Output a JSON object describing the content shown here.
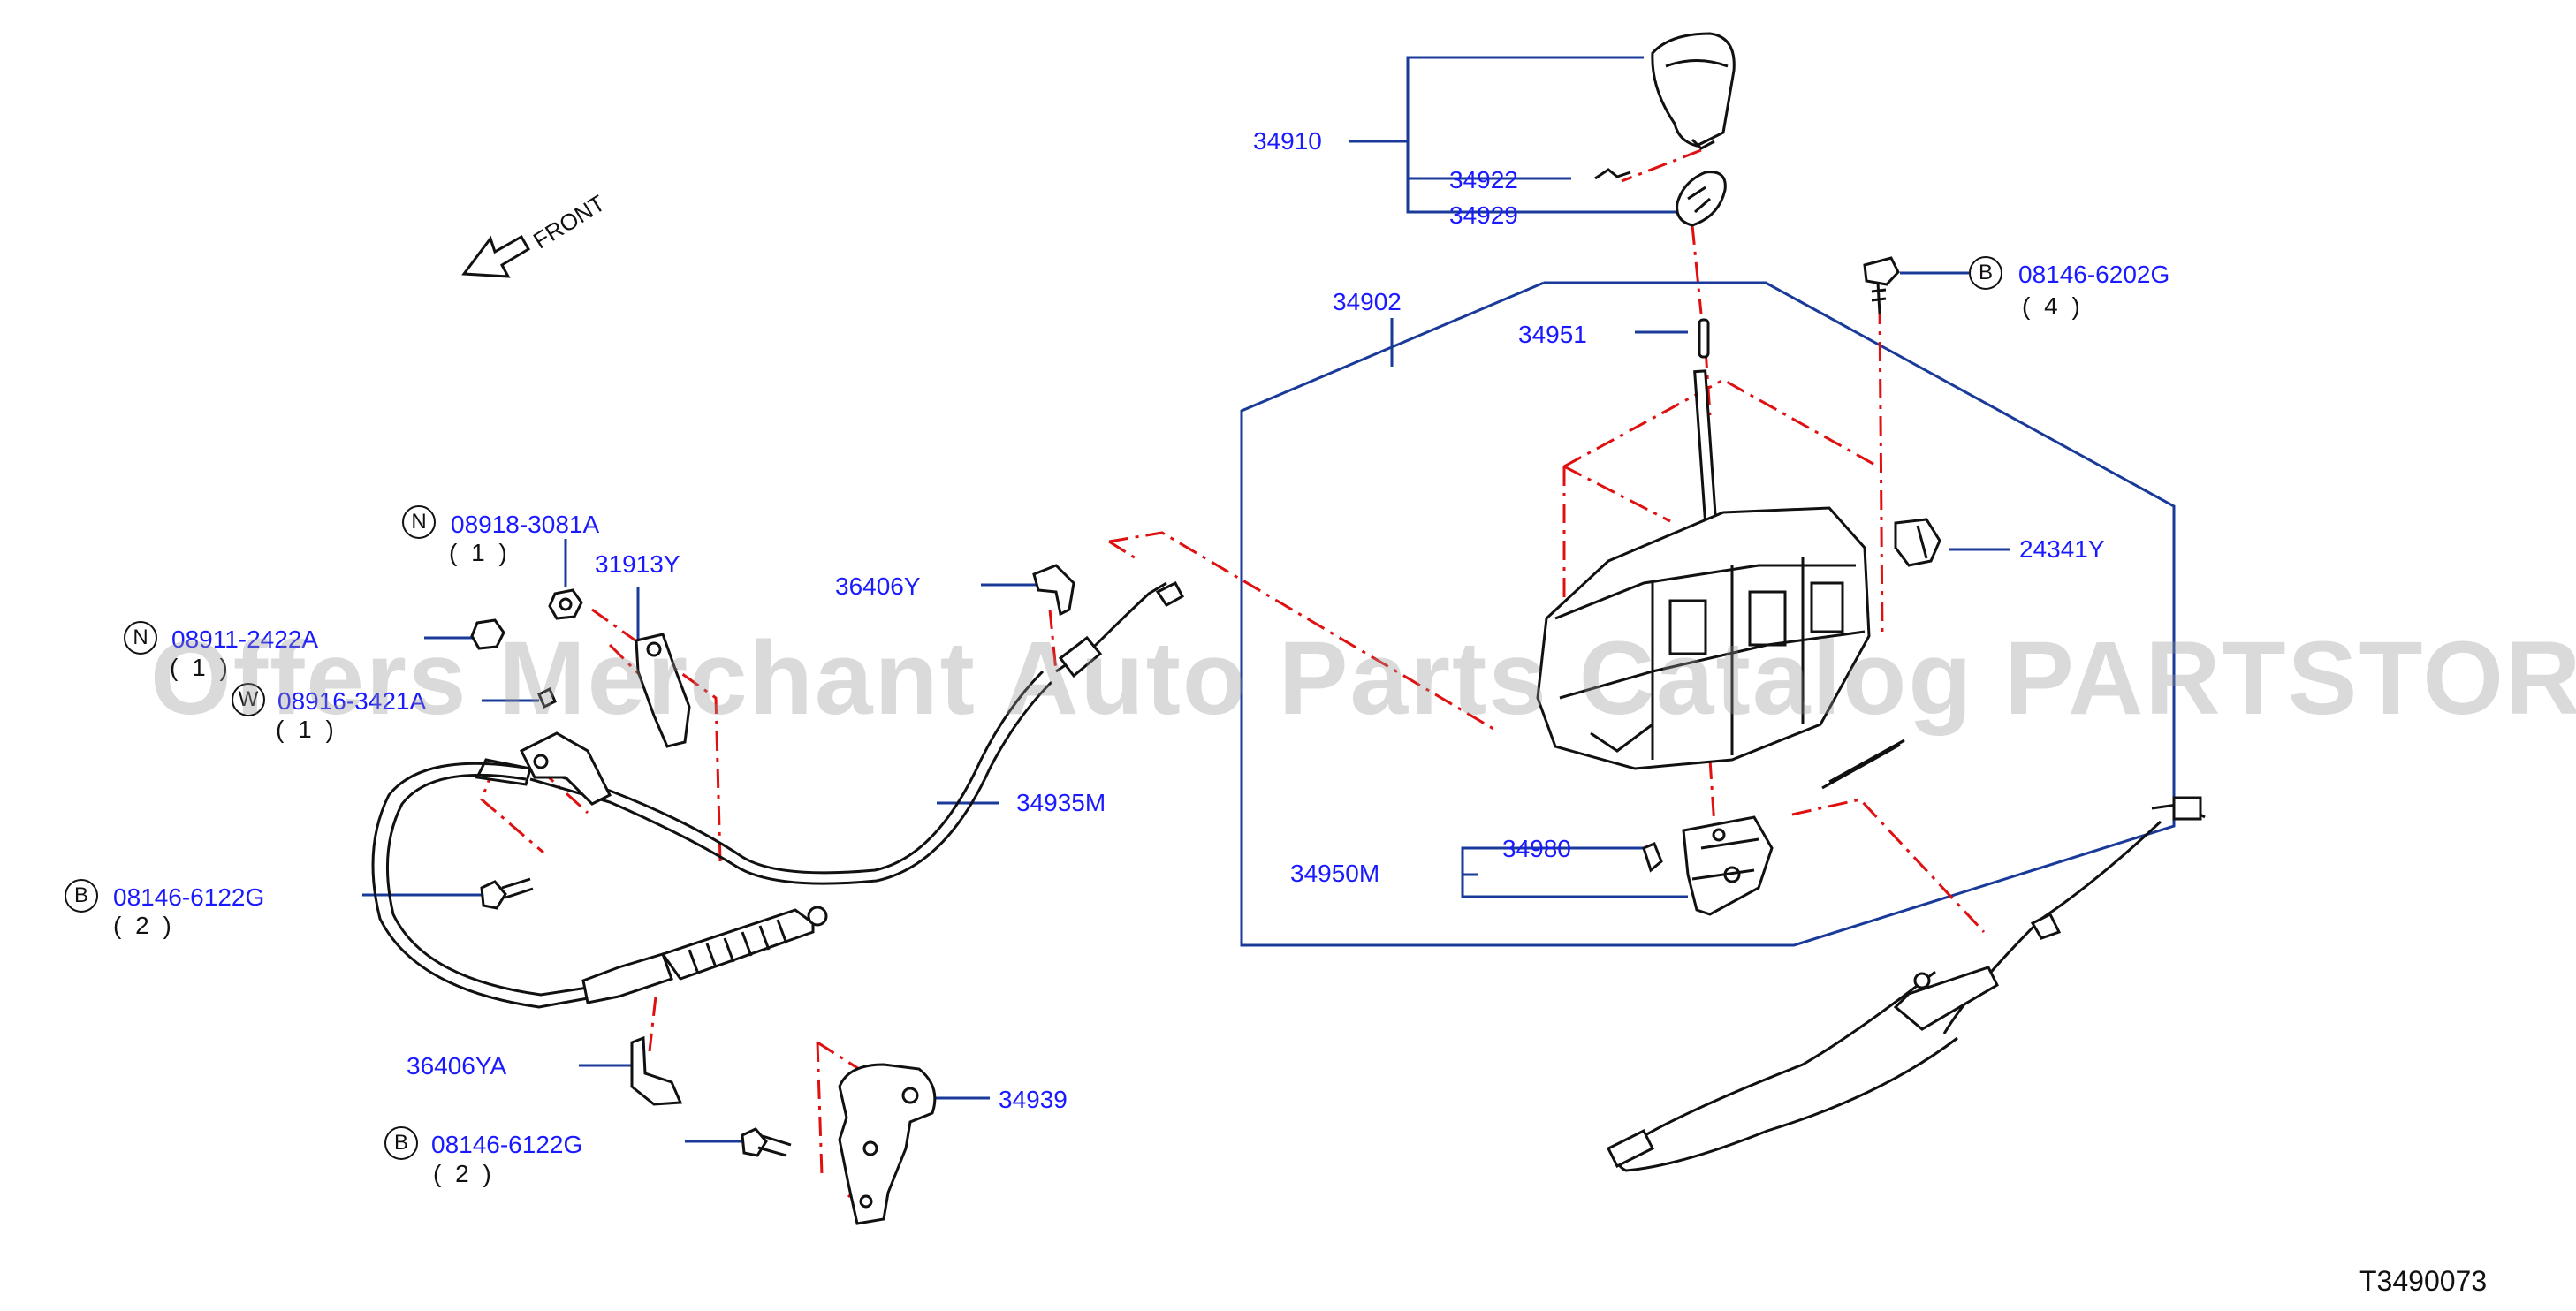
{
  "diagram_code": "T3490073",
  "direction_label": "FRONT",
  "watermark": "Offers Merchant Auto Parts Catalog PARTSTORE.SA",
  "parts": {
    "p34910": "34910",
    "p34922": "34922",
    "p34929": "34929",
    "p34902": "34902",
    "p34951": "34951",
    "p24341Y": "24341Y",
    "p34950M": "34950M",
    "p34980": "34980",
    "p36406Y": "36406Y",
    "p31913Y": "31913Y",
    "p34935M": "34935M",
    "p36406YA": "36406YA",
    "p34939": "34939"
  },
  "fasteners": {
    "f1": {
      "prefix": "B",
      "number": "08146-6202G",
      "qty": "( 4 )"
    },
    "f2": {
      "prefix": "N",
      "number": "08918-3081A",
      "qty": "( 1 )"
    },
    "f3": {
      "prefix": "N",
      "number": "08911-2422A",
      "qty": "( 1 )"
    },
    "f4": {
      "prefix": "W",
      "number": "08916-3421A",
      "qty": "( 1 )"
    },
    "f5": {
      "prefix": "B",
      "number": "08146-6122G",
      "qty": "( 2 )"
    },
    "f6": {
      "prefix": "B",
      "number": "08146-6122G",
      "qty": "( 2 )"
    }
  },
  "colors": {
    "label": "#1a1aff",
    "leader": "#1a3a9a",
    "dash": "#e01010",
    "part": "#111111"
  }
}
